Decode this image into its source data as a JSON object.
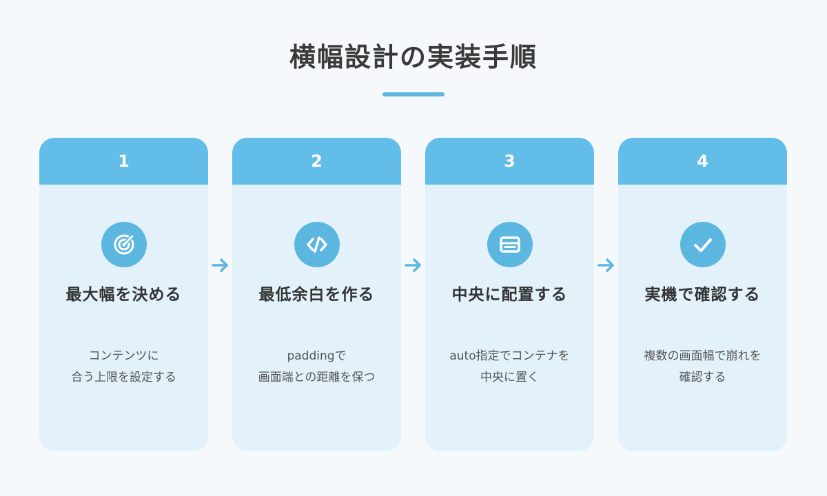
{
  "title": "横幅設計の実装手順",
  "colors": {
    "accent": "#63bde9",
    "icon": "#5bb6e0",
    "card_bg": "#e3f2fa",
    "page_bg": "#f5f9fc"
  },
  "steps": [
    {
      "number": "1",
      "icon": "target-icon",
      "title": "最大幅を決める",
      "desc_line1": "コンテンツに",
      "desc_line2": "合う上限を設定する"
    },
    {
      "number": "2",
      "icon": "code-icon",
      "title": "最低余白を作る",
      "desc_line1": "paddingで",
      "desc_line2": "画面端との距離を保つ"
    },
    {
      "number": "3",
      "icon": "layout-window-icon",
      "title": "中央に配置する",
      "desc_line1": "auto指定でコンテナを",
      "desc_line2": "中央に置く"
    },
    {
      "number": "4",
      "icon": "check-icon",
      "title": "実機で確認する",
      "desc_line1": "複数の画面幅で崩れを",
      "desc_line2": "確認する"
    }
  ]
}
